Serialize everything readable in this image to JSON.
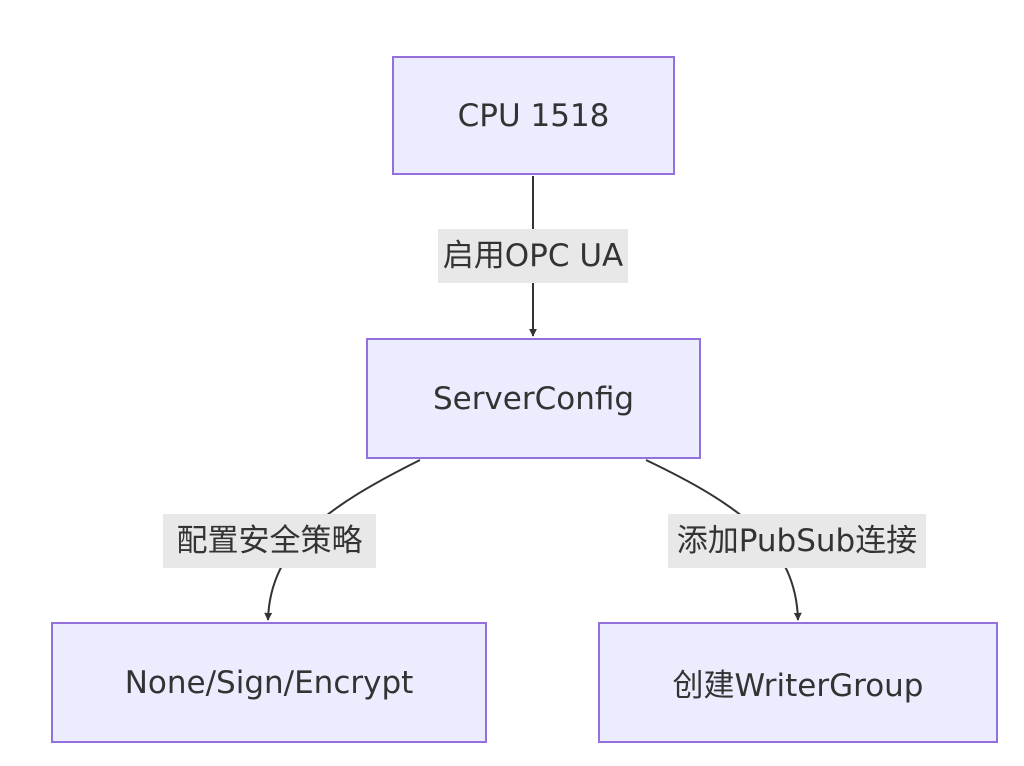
{
  "diagram": {
    "type": "flowchart",
    "colors": {
      "node_fill": "#ececff",
      "node_border": "#9370db",
      "edge": "#333333",
      "edge_label_bg": "#e8e8e8",
      "text": "#333333"
    },
    "nodes": {
      "cpu": {
        "label": "CPU 1518"
      },
      "server": {
        "label": "ServerConfig"
      },
      "security": {
        "label": "None/Sign/Encrypt"
      },
      "writer": {
        "label": "创建WriterGroup"
      }
    },
    "edges": [
      {
        "from": "cpu",
        "to": "server",
        "label": "启用OPC UA"
      },
      {
        "from": "server",
        "to": "security",
        "label": "配置安全策略"
      },
      {
        "from": "server",
        "to": "writer",
        "label": "添加PubSub连接"
      }
    ]
  }
}
